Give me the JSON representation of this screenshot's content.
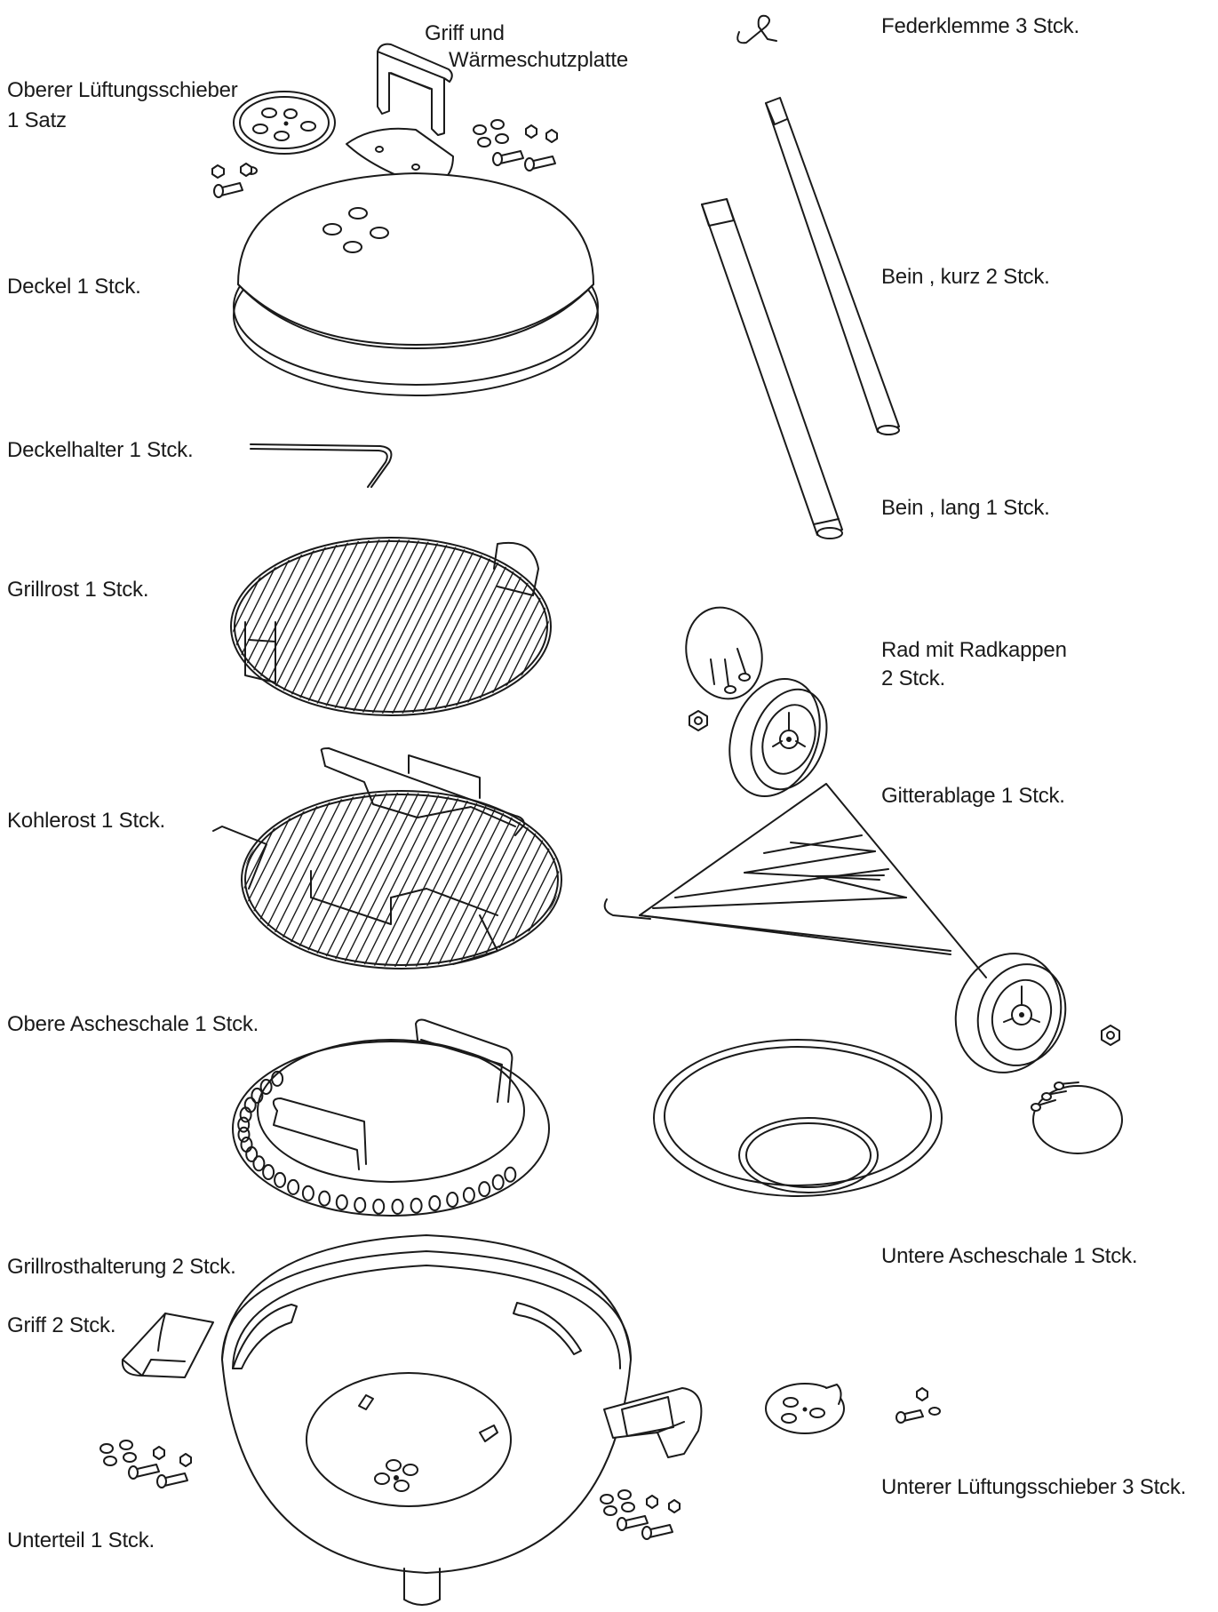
{
  "labels": {
    "griff_und": "Griff und",
    "waermeschutzplatte": "Wärmeschutzplatte",
    "oberer_lueftungsschieber": "Oberer Lüftungsschieber",
    "ein_satz": "1 Satz",
    "deckel": "Deckel 1 Stck.",
    "deckelhalter": "Deckelhalter 1 Stck.",
    "grillrost": "Grillrost 1 Stck.",
    "kohlerost": "Kohlerost 1 Stck.",
    "obere_ascheschale": "Obere Ascheschale 1 Stck.",
    "grillrosthalterung": "Grillrosthalterung 2 Stck.",
    "griff": "Griff 2 Stck.",
    "unterteil": "Unterteil 1 Stck.",
    "federklemme": "Federklemme 3 Stck.",
    "bein_kurz": "Bein , kurz 2 Stck.",
    "bein_lang": "Bein , lang 1 Stck.",
    "rad_mit_radkappen": "Rad mit Radkappen",
    "zwei_stck": "2 Stck.",
    "gitterablage": "Gitterablage 1 Stck.",
    "untere_ascheschale": "Untere Ascheschale 1 Stck.",
    "unterer_lueftungsschieber": "Unterer Lüftungsschieber 3 Stck."
  },
  "colors": {
    "line": "#1a1a1a",
    "background": "#ffffff"
  }
}
